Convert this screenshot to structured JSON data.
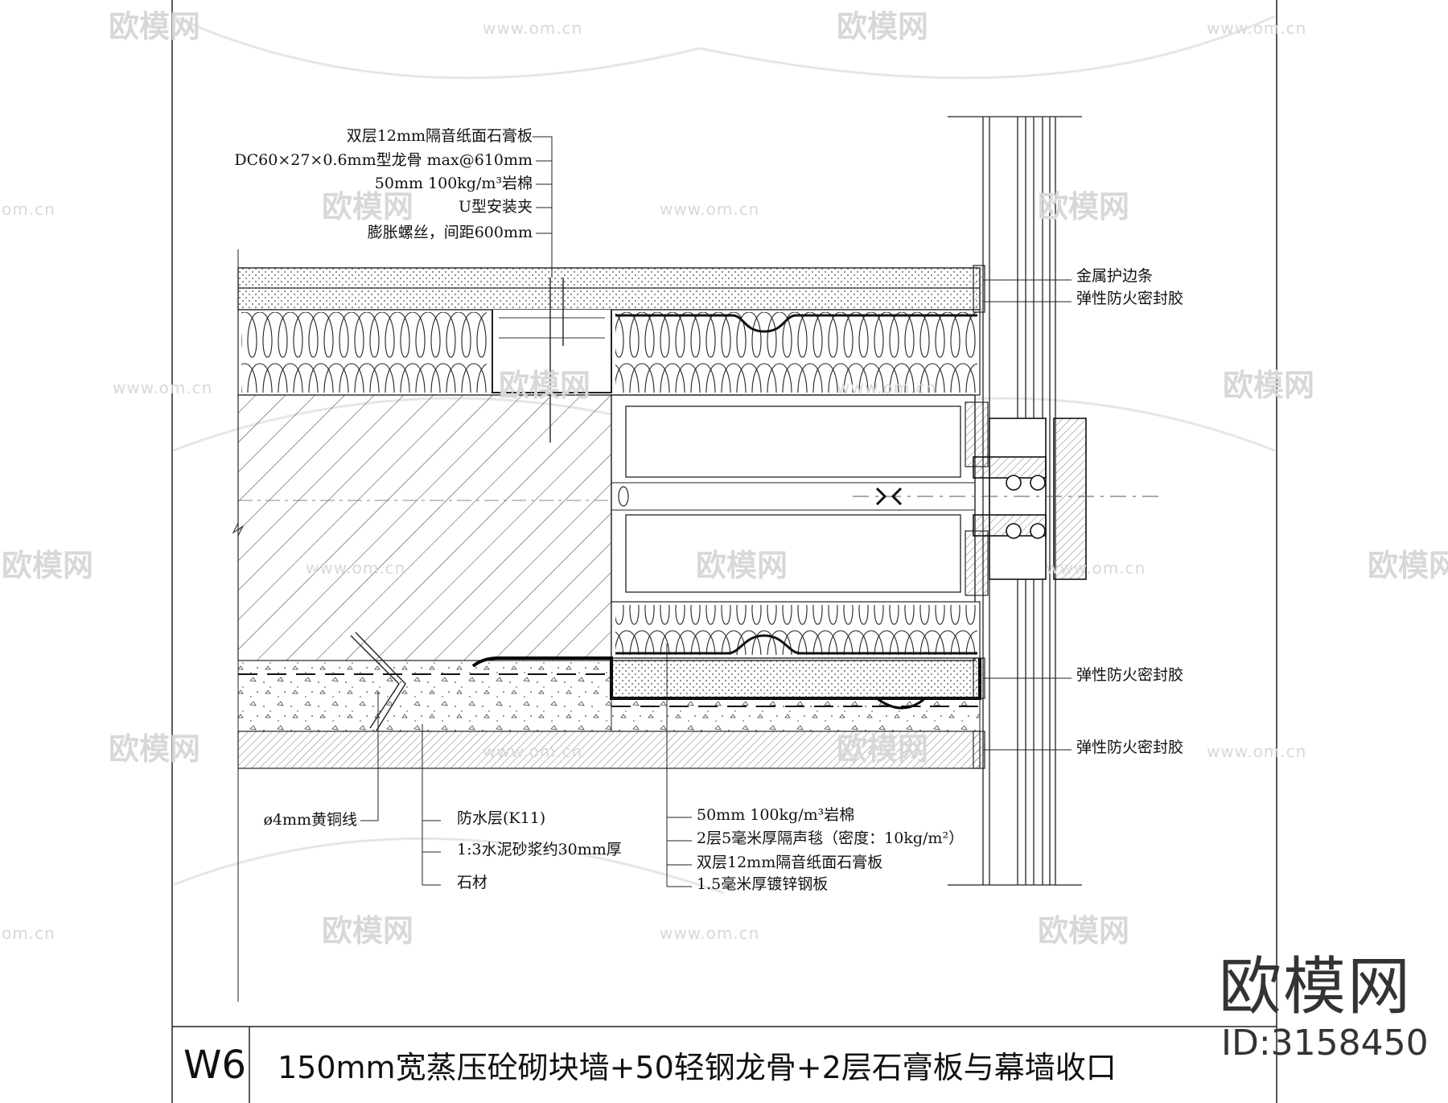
{
  "title": {
    "code": "W6",
    "text": "150mm宽蒸压砼砌块墙+50轻钢龙骨+2层石膏板与幕墙收口"
  },
  "brand": {
    "name": "欧模网",
    "id": "ID:3158450"
  },
  "watermark": {
    "logo_text": "欧模网",
    "url_text": "www.om.cn",
    "url_short": "om.cn"
  },
  "callouts": {
    "top_left": [
      "双层12mm隔音纸面石膏板",
      "DC60×27×0.6mm型龙骨 max@610mm",
      "50mm 100kg/m³岩棉",
      "U型安装夹",
      "膨胀螺丝，间距600mm"
    ],
    "right": [
      "金属护边条",
      "弹性防火密封胶",
      "弹性防火密封胶",
      "弹性防火密封胶"
    ],
    "bottom_left": [
      "ø4mm黄铜线",
      "防水层(K11)",
      "1:3水泥砂浆约30mm厚",
      "石材"
    ],
    "bottom_mid": [
      "50mm 100kg/m³岩棉",
      "2层5毫米厚隔声毯（密度：10kg/m²）",
      "双层12mm隔音纸面石膏板",
      "1.5毫米厚镀锌钢板"
    ]
  }
}
